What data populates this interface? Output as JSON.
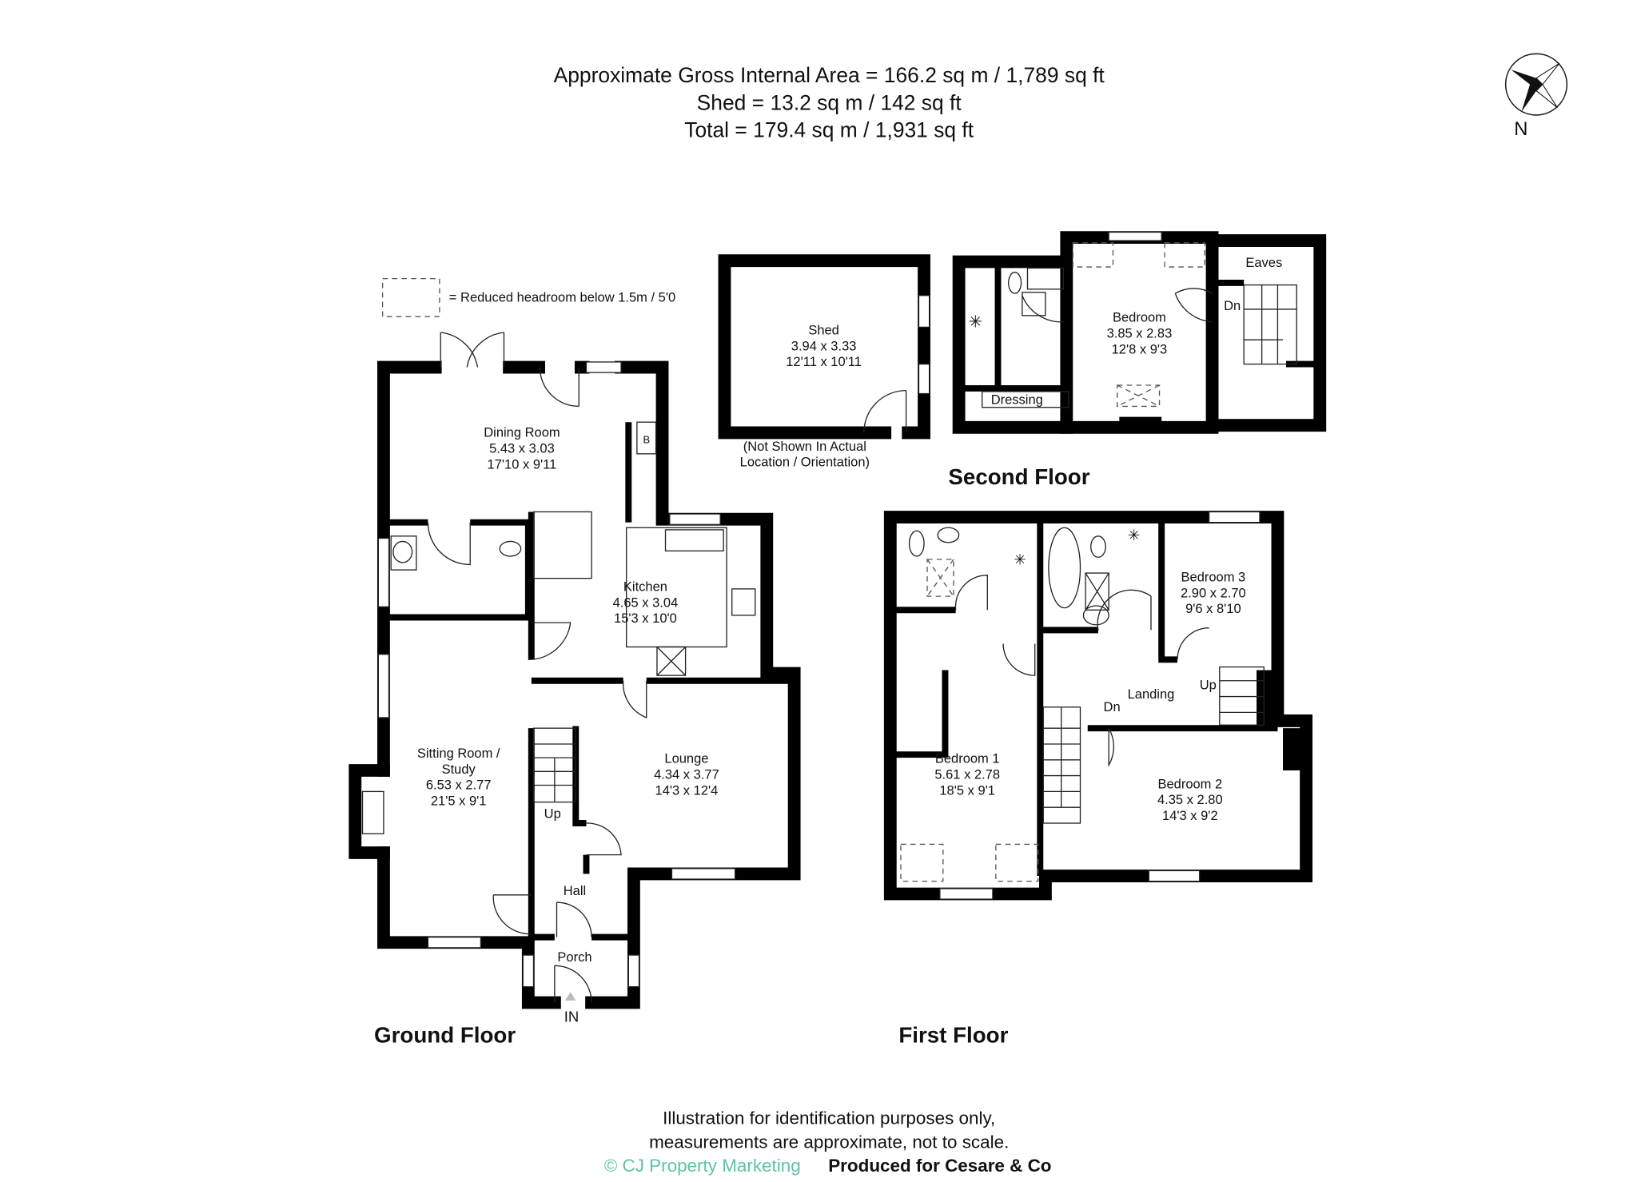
{
  "header": {
    "line1": "Approximate Gross Internal Area = 166.2 sq m / 1,789 sq ft",
    "line2": "Shed = 13.2 sq m / 142 sq ft",
    "line3": "Total = 179.4 sq m / 1,931 sq ft"
  },
  "compass": {
    "label": "N",
    "icon": "compass-rose-icon"
  },
  "legend": {
    "text": "= Reduced headroom below 1.5m / 5'0"
  },
  "floors": {
    "ground": "Ground Floor",
    "first": "First Floor",
    "second": "Second Floor"
  },
  "rooms": {
    "dining": {
      "name": "Dining Room",
      "metric": "5.43 x 3.03",
      "imperial": "17'10 x 9'11"
    },
    "kitchen": {
      "name": "Kitchen",
      "metric": "4.65 x 3.04",
      "imperial": "15'3 x 10'0"
    },
    "sitting": {
      "name": "Sitting Room /",
      "name2": "Study",
      "metric": "6.53 x 2.77",
      "imperial": "21'5 x 9'1"
    },
    "lounge": {
      "name": "Lounge",
      "metric": "4.34 x 3.77",
      "imperial": "14'3 x 12'4"
    },
    "hall": {
      "name": "Hall"
    },
    "porch": {
      "name": "Porch"
    },
    "boiler": {
      "name": "B"
    },
    "stairs_up_ground": "Up",
    "entrance": "IN",
    "shed": {
      "name": "Shed",
      "metric": "3.94 x 3.33",
      "imperial": "12'11 x 10'11",
      "note1": "(Not Shown In Actual",
      "note2": "Location / Orientation)"
    },
    "bedroom_top": {
      "name": "Bedroom",
      "metric": "3.85 x 2.83",
      "imperial": "12'8 x 9'3"
    },
    "dressing": {
      "name": "Dressing"
    },
    "eaves": {
      "name": "Eaves"
    },
    "stairs_dn_second": "Dn",
    "bedroom1": {
      "name": "Bedroom 1",
      "metric": "5.61 x 2.78",
      "imperial": "18'5 x 9'1"
    },
    "bedroom2": {
      "name": "Bedroom 2",
      "metric": "4.35 x 2.80",
      "imperial": "14'3 x 9'2"
    },
    "bedroom3": {
      "name": "Bedroom 3",
      "metric": "2.90 x 2.70",
      "imperial": "9'6 x 8'10"
    },
    "landing": {
      "name": "Landing"
    },
    "stairs_up_first": "Up",
    "stairs_dn_first": "Dn"
  },
  "footer": {
    "line1": "Illustration for identification purposes only,",
    "line2": "measurements are approximate, not to scale.",
    "copyright": "© CJ Property Marketing",
    "produced": "Produced for Cesare & Co",
    "copyright_color": "#5bc4a8"
  }
}
